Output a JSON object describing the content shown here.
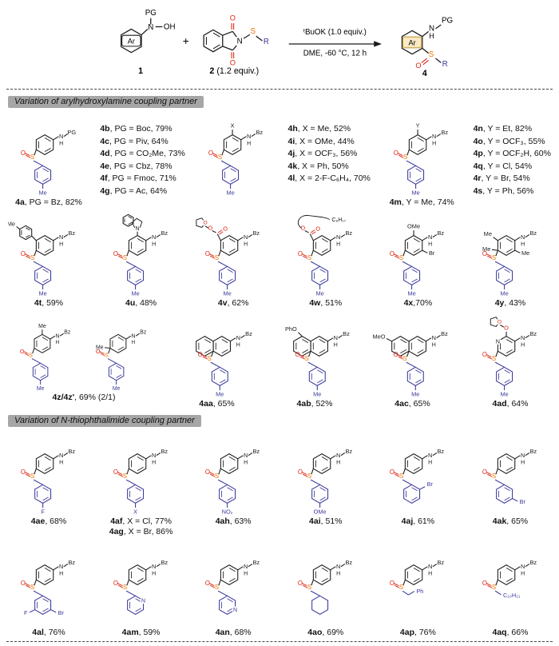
{
  "colors": {
    "black": "#1c1c1c",
    "blue": "#3b3b9c",
    "orange": "#ee7600",
    "red": "#dd2211",
    "arbox_fill": "#f9e9c4",
    "arbox_stroke": "#c49a3a",
    "badge_bg": "#a6a6a6"
  },
  "atoms": {
    "N": "N",
    "O": "O",
    "S": "S",
    "H": "H",
    "Bz": "Bz"
  },
  "scheme": {
    "ar": "Ar",
    "pg": "PG",
    "oh": "OH",
    "n": "N",
    "h": "H",
    "s": "S",
    "r": "R",
    "o_top": "O",
    "o_bottom": "O",
    "o_s": "O",
    "plus": "+",
    "c1_label": "1",
    "c2_label": "2",
    "c2_equiv": " (1.2 equiv.)",
    "c4_label": "4",
    "cond_top": "ᵗBuOK (1.0 equiv.)",
    "cond_bottom": "DME, -60 °C, 12 h"
  },
  "sections": [
    {
      "title": "Variation of arylhydroxylamine coupling partner"
    },
    {
      "title": "Variation of N-thiophthalimide coupling partner"
    }
  ],
  "rows": [
    {
      "cells": [
        {
          "type": "structure",
          "motif": {
            "n": "PG",
            "s": {
              "kind": "aryl",
              "labels": [
                {
                  "pos": "para",
                  "text": "Me"
                }
              ]
            }
          },
          "caption": [
            [
              "4a",
              ", PG = Bz, 82%"
            ]
          ]
        },
        {
          "type": "list",
          "lines": [
            [
              "4b",
              ", PG = Boc, 79%"
            ],
            [
              "4c",
              ", PG = Piv, 64%"
            ],
            [
              "4d",
              ", PG = CO₂Me, 73%"
            ],
            [
              "4e",
              ", PG = Cbz, 78%"
            ],
            [
              "4f",
              ", PG = Fmoc, 71%"
            ],
            [
              "4g",
              ", PG = Ac, 64%"
            ]
          ]
        },
        {
          "type": "structure",
          "motif": {
            "subs": [
              {
                "pos": "top",
                "text": "X"
              }
            ],
            "s": {
              "kind": "aryl",
              "labels": [
                {
                  "pos": "para",
                  "text": "Me"
                }
              ]
            }
          },
          "caption": []
        },
        {
          "type": "list",
          "lines": [
            [
              "4h",
              ", X = Me, 52%"
            ],
            [
              "4i",
              ", X = OMe, 44%"
            ],
            [
              "4j",
              ", X = OCF₃, 56%"
            ],
            [
              "4k",
              ", X = Ph, 50%"
            ],
            [
              "4l",
              ", X = 2-F-C₆H₄, 70%"
            ]
          ]
        },
        {
          "type": "structure",
          "motif": {
            "subs": [
              {
                "pos": "top",
                "text": "Y"
              }
            ],
            "s": {
              "kind": "aryl",
              "labels": [
                {
                  "pos": "para",
                  "text": "Me"
                }
              ]
            }
          },
          "caption": [
            [
              "4m",
              ", Y = Me, 74%"
            ]
          ]
        },
        {
          "type": "list",
          "lines": [
            [
              "4n",
              ", Y = Et, 82%"
            ],
            [
              "4o",
              ", Y = OCF₃, 55%"
            ],
            [
              "4p",
              ", Y = OCF₂H, 60%"
            ],
            [
              "4q",
              ", Y = Cl, 54%"
            ],
            [
              "4r",
              ", Y = Br, 54%"
            ],
            [
              "4s",
              ", Y = Ph, 56%"
            ]
          ]
        }
      ]
    },
    {
      "cells": [
        {
          "type": "structure",
          "motif": {
            "extra": "biphenyl",
            "extra_label": "Me",
            "s": {
              "kind": "aryl",
              "labels": [
                {
                  "pos": "para",
                  "text": "Me"
                }
              ]
            }
          },
          "caption": [
            [
              "4t",
              ", 59%"
            ]
          ]
        },
        {
          "type": "structure",
          "motif": {
            "extra": "indole",
            "s": {
              "kind": "aryl",
              "labels": [
                {
                  "pos": "para",
                  "text": "Me"
                }
              ]
            }
          },
          "caption": [
            [
              "4u",
              ", 48%"
            ]
          ]
        },
        {
          "type": "structure",
          "motif": {
            "extra": "furanester",
            "s": {
              "kind": "aryl",
              "labels": [
                {
                  "pos": "para",
                  "text": "Me"
                }
              ]
            }
          },
          "caption": [
            [
              "4v",
              ", 62%"
            ]
          ]
        },
        {
          "type": "structure",
          "motif": {
            "extra": "chainester",
            "chain": "C₈H₁₇",
            "s": {
              "kind": "aryl",
              "labels": [
                {
                  "pos": "para",
                  "text": "Me"
                }
              ]
            }
          },
          "caption": [
            [
              "4w",
              ", 51%"
            ]
          ]
        },
        {
          "type": "structure",
          "motif": {
            "subs": [
              {
                "pos": "top",
                "text": "OMe"
              },
              {
                "pos": "right",
                "text": "Br"
              }
            ],
            "s": {
              "kind": "aryl",
              "labels": [
                {
                  "pos": "para",
                  "text": "Me"
                }
              ]
            }
          },
          "caption": [
            [
              "4x",
              ",70%"
            ]
          ]
        },
        {
          "type": "structure",
          "motif": {
            "subs": [
              {
                "pos": "topleft",
                "text": "Me"
              },
              {
                "pos": "left",
                "text": "Me"
              },
              {
                "pos": "right",
                "text": "Me"
              }
            ],
            "s": {
              "kind": "aryl",
              "labels": [
                {
                  "pos": "para",
                  "text": "Me"
                }
              ]
            }
          },
          "caption": [
            [
              "4y",
              ", 43%"
            ]
          ]
        }
      ]
    },
    {
      "cells": [
        {
          "type": "structure2",
          "motifs": [
            {
              "subs": [
                {
                  "pos": "top",
                  "text": "Me"
                }
              ],
              "s": {
                "kind": "aryl",
                "labels": [
                  {
                    "pos": "para",
                    "text": "Me"
                  }
                ]
              }
            },
            {
              "subs": [
                {
                  "pos": "left",
                  "text": "Me"
                }
              ],
              "s": {
                "kind": "aryl",
                "labels": [
                  {
                    "pos": "para",
                    "text": "Me"
                  }
                ]
              }
            }
          ],
          "caption": [
            [
              "4z/4z'",
              ", 69% (2/1)"
            ]
          ]
        },
        {
          "type": "structure",
          "motif": {
            "main": "naphthalene",
            "s": {
              "kind": "aryl",
              "labels": [
                {
                  "pos": "para",
                  "text": "Me"
                }
              ]
            }
          },
          "caption": [
            [
              "4aa",
              ", 65%"
            ]
          ]
        },
        {
          "type": "structure",
          "motif": {
            "main": "naphthalene",
            "subs": [
              {
                "pos": "ntop",
                "text": "PhO"
              }
            ],
            "s": {
              "kind": "aryl",
              "labels": [
                {
                  "pos": "para",
                  "text": "Me"
                }
              ]
            }
          },
          "caption": [
            [
              "4ab",
              ", 52%"
            ]
          ]
        },
        {
          "type": "structure",
          "motif": {
            "main": "naphthalene",
            "subs": [
              {
                "pos": "nleft",
                "text": "MeO"
              }
            ],
            "s": {
              "kind": "aryl",
              "labels": [
                {
                  "pos": "para",
                  "text": "Me"
                }
              ]
            }
          },
          "caption": [
            [
              "4ac",
              ", 65%"
            ]
          ]
        },
        {
          "type": "structure",
          "motif": {
            "main": "pyridine",
            "extra": "furfuryloxy",
            "s": {
              "kind": "aryl",
              "labels": [
                {
                  "pos": "para",
                  "text": "Me"
                }
              ]
            }
          },
          "caption": [
            [
              "4ad",
              ", 64%"
            ]
          ]
        }
      ]
    },
    {
      "cells": [
        {
          "type": "structure",
          "motif": {
            "s": {
              "kind": "aryl",
              "labels": [
                {
                  "pos": "para",
                  "text": "F"
                }
              ]
            }
          },
          "caption": [
            [
              "4ae",
              ", 68%"
            ]
          ]
        },
        {
          "type": "structure",
          "motif": {
            "s": {
              "kind": "aryl",
              "labels": [
                {
                  "pos": "para",
                  "text": "X"
                }
              ]
            }
          },
          "caption": [
            [
              "4af",
              ", X = Cl, 77%"
            ],
            [
              "4ag",
              ", X = Br, 86%"
            ]
          ]
        },
        {
          "type": "structure",
          "motif": {
            "s": {
              "kind": "aryl",
              "labels": [
                {
                  "pos": "para",
                  "text": "NO₂"
                }
              ]
            }
          },
          "caption": [
            [
              "4ah",
              ", 63%"
            ]
          ]
        },
        {
          "type": "structure",
          "motif": {
            "s": {
              "kind": "aryl",
              "labels": [
                {
                  "pos": "para",
                  "text": "OMe"
                }
              ]
            }
          },
          "caption": [
            [
              "4ai",
              ", 51%"
            ]
          ]
        },
        {
          "type": "structure",
          "motif": {
            "s": {
              "kind": "aryl",
              "labels": [
                {
                  "pos": "ortho",
                  "text": "Br"
                }
              ]
            }
          },
          "caption": [
            [
              "4aj",
              ", 61%"
            ]
          ]
        },
        {
          "type": "structure",
          "motif": {
            "s": {
              "kind": "aryl",
              "labels": [
                {
                  "pos": "meta",
                  "text": "Br"
                }
              ]
            }
          },
          "caption": [
            [
              "4ak",
              ", 65%"
            ]
          ]
        }
      ]
    },
    {
      "cells": [
        {
          "type": "structure",
          "motif": {
            "s": {
              "kind": "aryl",
              "labels": [
                {
                  "pos": "metaL",
                  "text": "F"
                },
                {
                  "pos": "meta",
                  "text": "Br"
                }
              ]
            }
          },
          "caption": [
            [
              "4al",
              ", 76%"
            ]
          ]
        },
        {
          "type": "structure",
          "motif": {
            "s": {
              "kind": "pyridyl",
              "npos": "ortho"
            }
          },
          "caption": [
            [
              "4am",
              ", 59%"
            ]
          ]
        },
        {
          "type": "structure",
          "motif": {
            "s": {
              "kind": "pyridyl",
              "npos": "meta"
            }
          },
          "caption": [
            [
              "4an",
              ", 68%"
            ]
          ]
        },
        {
          "type": "structure",
          "motif": {
            "s": {
              "kind": "cyclohexyl"
            }
          },
          "caption": [
            [
              "4ao",
              ", 69%"
            ]
          ]
        },
        {
          "type": "structure",
          "motif": {
            "s": {
              "kind": "phenethyl",
              "label": "Ph"
            }
          },
          "caption": [
            [
              "4ap",
              ", 76%"
            ]
          ]
        },
        {
          "type": "structure",
          "motif": {
            "s": {
              "kind": "chain",
              "label": "C₁₀H₂₁"
            }
          },
          "caption": [
            [
              "4aq",
              ", 66%"
            ]
          ]
        }
      ]
    }
  ]
}
